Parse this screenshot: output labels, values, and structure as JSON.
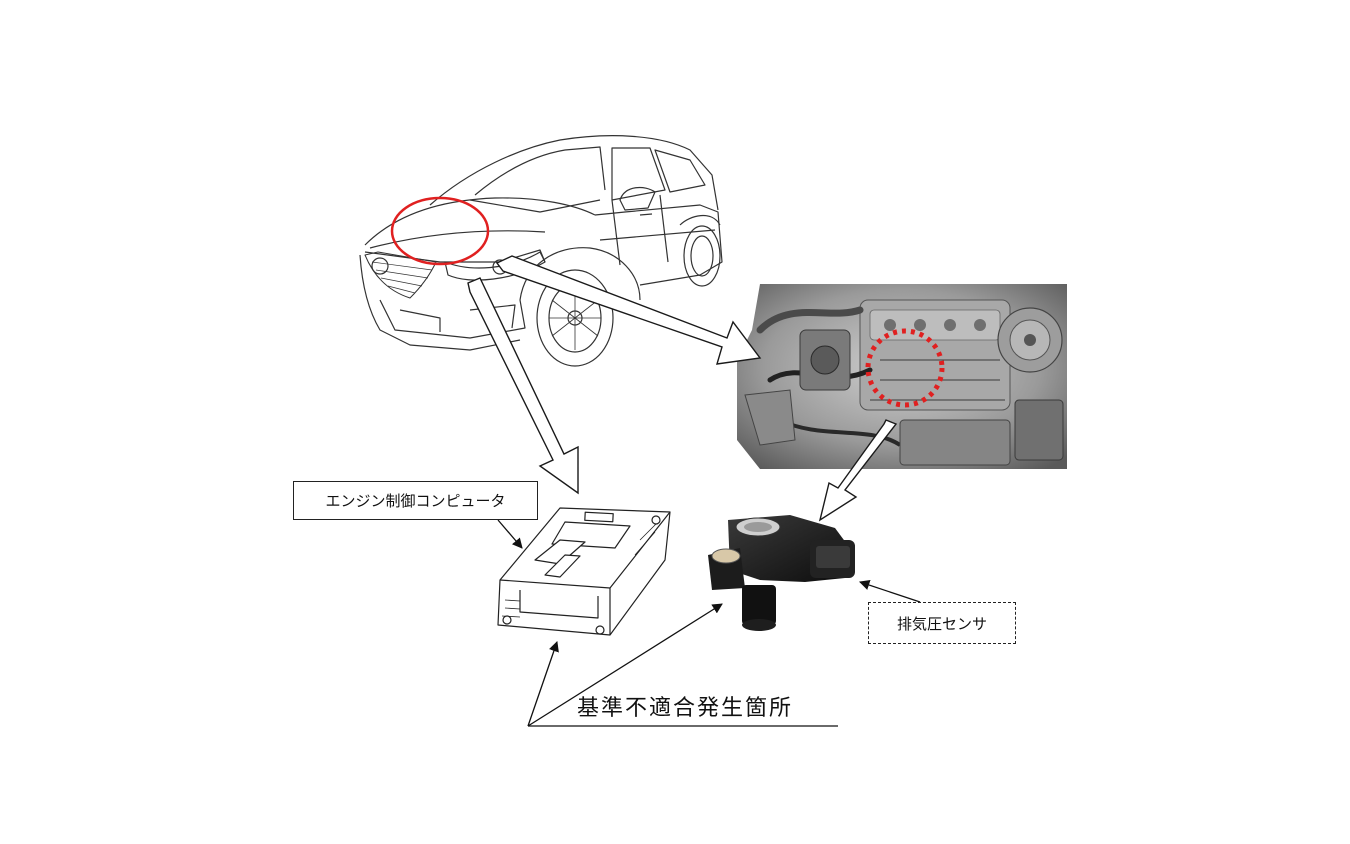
{
  "labels": {
    "ecu": "エンジン制御コンピュータ",
    "sensor": "排気圧センサ",
    "caption": "基準不適合発生箇所"
  },
  "colors": {
    "highlight_red": "#e02020",
    "line": "#1a1a1a",
    "engine_grey": "#8c8c8c"
  }
}
